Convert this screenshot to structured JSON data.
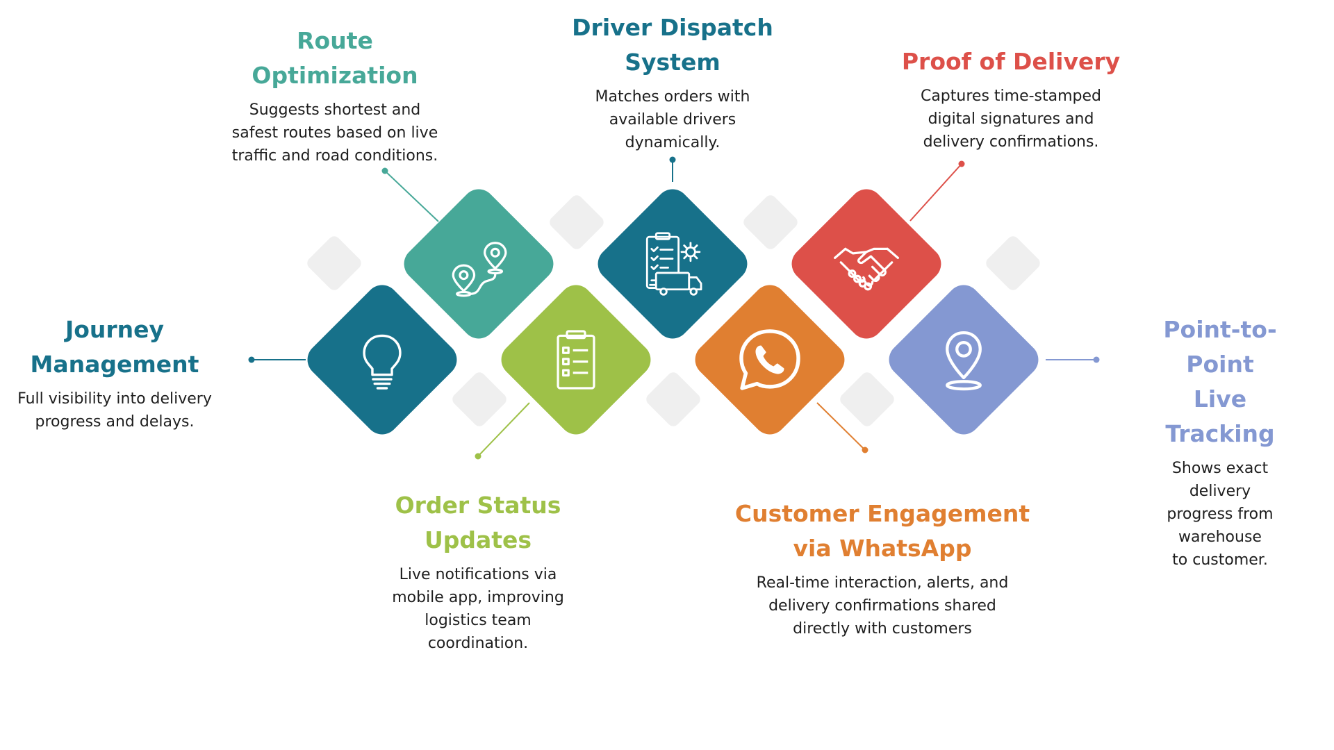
{
  "colors": {
    "journey": "#17718a",
    "route": "#47a898",
    "order": "#9ec148",
    "dispatch": "#17718a",
    "whatsapp": "#e07f31",
    "proof": "#dd5049",
    "tracking": "#8498d2",
    "ghost": "#efefef"
  },
  "features": {
    "route": {
      "title_1": "Route",
      "title_2": "Optimization",
      "desc_1": "Suggests shortest and",
      "desc_2": "safest routes based on live",
      "desc_3": "traffic and road conditions.",
      "icon": "route-pins-icon"
    },
    "dispatch": {
      "title_1": "Driver Dispatch",
      "title_2": "System",
      "desc_1": "Matches orders with",
      "desc_2": "available drivers",
      "desc_3": "dynamically.",
      "icon": "clipboard-truck-gear-icon"
    },
    "proof": {
      "title_1": "Proof of Delivery",
      "desc_1": "Captures time-stamped",
      "desc_2": "digital signatures and",
      "desc_3": "delivery confirmations.",
      "icon": "handshake-icon"
    },
    "journey": {
      "title_1": "Journey",
      "title_2": "Management",
      "desc_1": "Full visibility into delivery",
      "desc_2": "progress and delays.",
      "icon": "lightbulb-icon"
    },
    "tracking": {
      "title_1": "Point-to-Point",
      "title_2": "Live Tracking",
      "desc_1": "Shows exact delivery",
      "desc_2": "progress from warehouse",
      "desc_3": "to customer.",
      "icon": "location-pin-icon"
    },
    "order": {
      "title_1": "Order Status",
      "title_2": "Updates",
      "desc_1": "Live notifications via",
      "desc_2": "mobile app, improving",
      "desc_3": "logistics team",
      "desc_4": "coordination.",
      "icon": "checklist-icon"
    },
    "whatsapp": {
      "title_1": "Customer Engagement",
      "title_2": "via WhatsApp",
      "desc_1": "Real-time interaction, alerts, and",
      "desc_2": "delivery confirmations shared",
      "desc_3": "directly with customers",
      "icon": "whatsapp-icon"
    }
  }
}
